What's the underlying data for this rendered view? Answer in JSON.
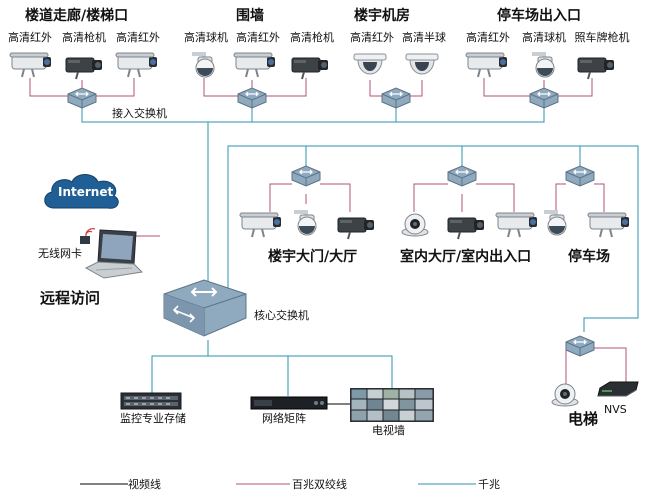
{
  "colors": {
    "video_line": "#000000",
    "twisted_pair": "#b0507a",
    "gigabit": "#2b93b0",
    "switch_body": "#8fa9bf",
    "camera_body": "#c9ced3"
  },
  "groups": {
    "corridor": {
      "title": "楼道走廊/楼梯口",
      "cameras": [
        {
          "label": "高清红外",
          "icon": "ir-bullet-camera-icon"
        },
        {
          "label": "高清枪机",
          "icon": "box-camera-icon"
        },
        {
          "label": "高清红外",
          "icon": "ir-bullet-camera-icon"
        }
      ]
    },
    "fence": {
      "title": "围墙",
      "cameras": [
        {
          "label": "高清球机",
          "icon": "dome-ptz-camera-icon"
        },
        {
          "label": "高清红外",
          "icon": "ir-bullet-camera-icon"
        },
        {
          "label": "高清枪机",
          "icon": "box-camera-icon"
        }
      ]
    },
    "machine_room": {
      "title": "楼宇机房",
      "cameras": [
        {
          "label": "高清红外",
          "icon": "mini-dome-camera-icon"
        },
        {
          "label": "高清半球",
          "icon": "mini-dome-camera-icon"
        }
      ]
    },
    "parking_entrance": {
      "title": "停车场出入口",
      "cameras": [
        {
          "label": "高清红外",
          "icon": "ir-bullet-camera-icon"
        },
        {
          "label": "高清球机",
          "icon": "dome-ptz-camera-icon"
        },
        {
          "label": "照车牌枪机",
          "icon": "box-camera-icon"
        }
      ]
    },
    "lobby_label": "楼宇大门/大厅",
    "indoor_label": "室内大厅/室内出入口",
    "parking_label": "停车场",
    "elevator_label": "电梯"
  },
  "devices": {
    "access_switch": "接入交换机",
    "core_switch": "核心交换机",
    "internet": "Internet",
    "wireless_card": "无线网卡",
    "remote_access": "远程访问",
    "storage": "监控专业存储",
    "matrix": "网络矩阵",
    "video_wall": "电视墙",
    "nvs": "NVS"
  },
  "legend": {
    "video": "视频线",
    "twisted": "百兆双绞线",
    "gigabit": "千兆"
  }
}
